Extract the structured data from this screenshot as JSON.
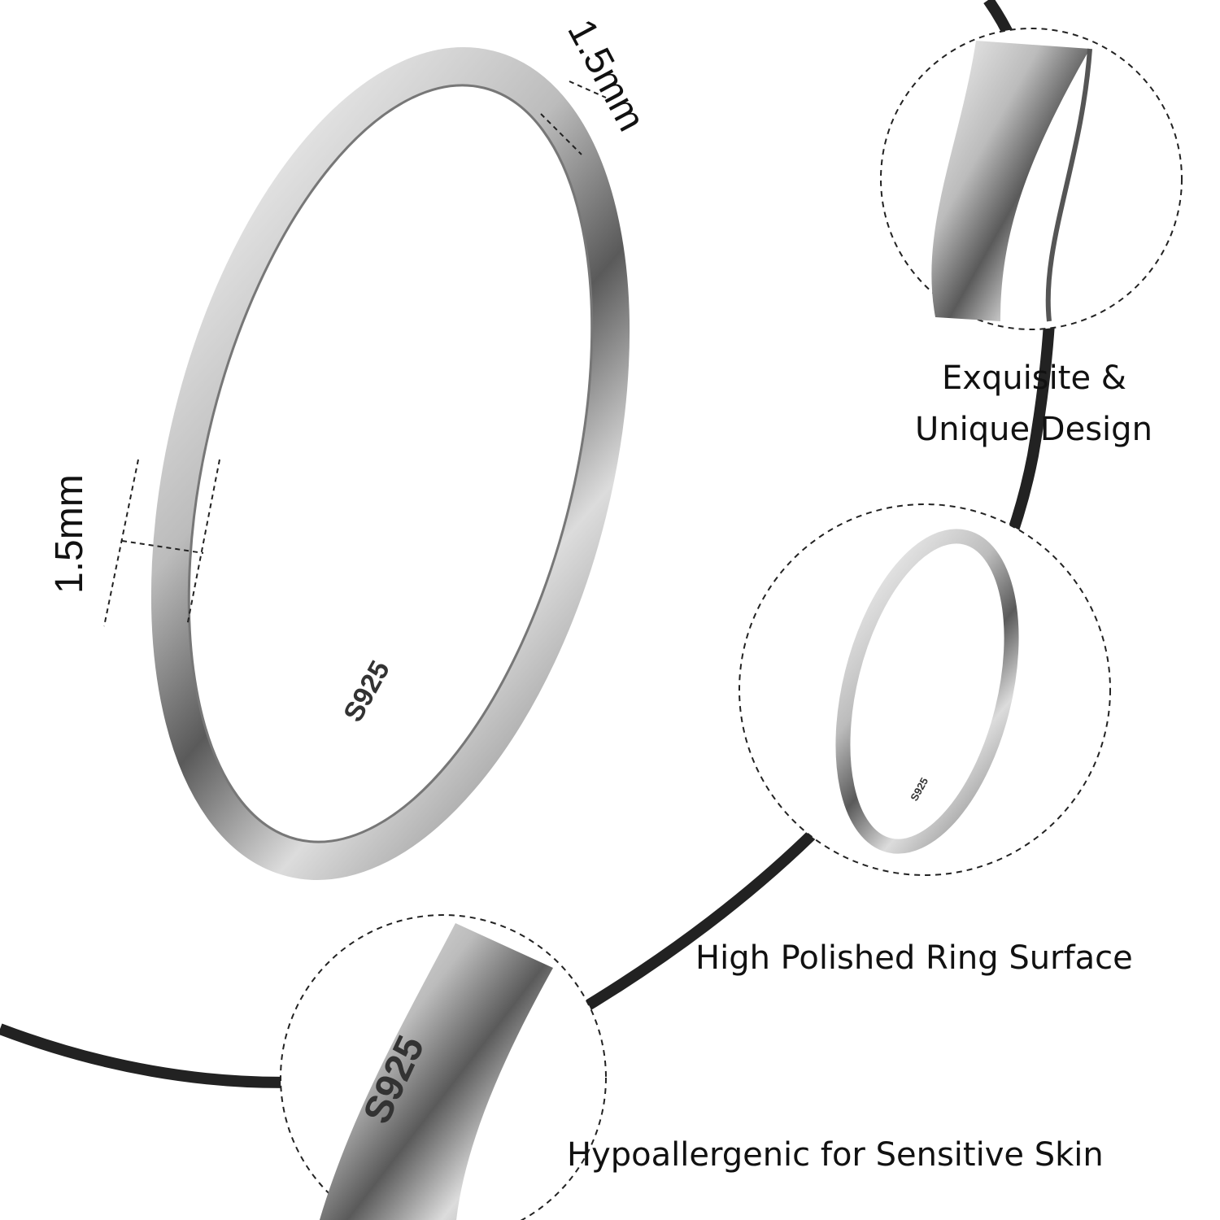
{
  "dimensions": {
    "band_width": "1.5mm",
    "band_thickness": "1.5mm"
  },
  "hallmark": "S925",
  "features": [
    {
      "line1": "Exquisite &",
      "line2": "Unique Design"
    },
    {
      "line1": "High Polished Ring Surface"
    },
    {
      "line1": "Hypoallergenic for Sensitive Skin"
    }
  ],
  "colors": {
    "curve": "#222222",
    "silver_light": "#f4f4f4",
    "silver_dark": "#5a5a5a"
  }
}
